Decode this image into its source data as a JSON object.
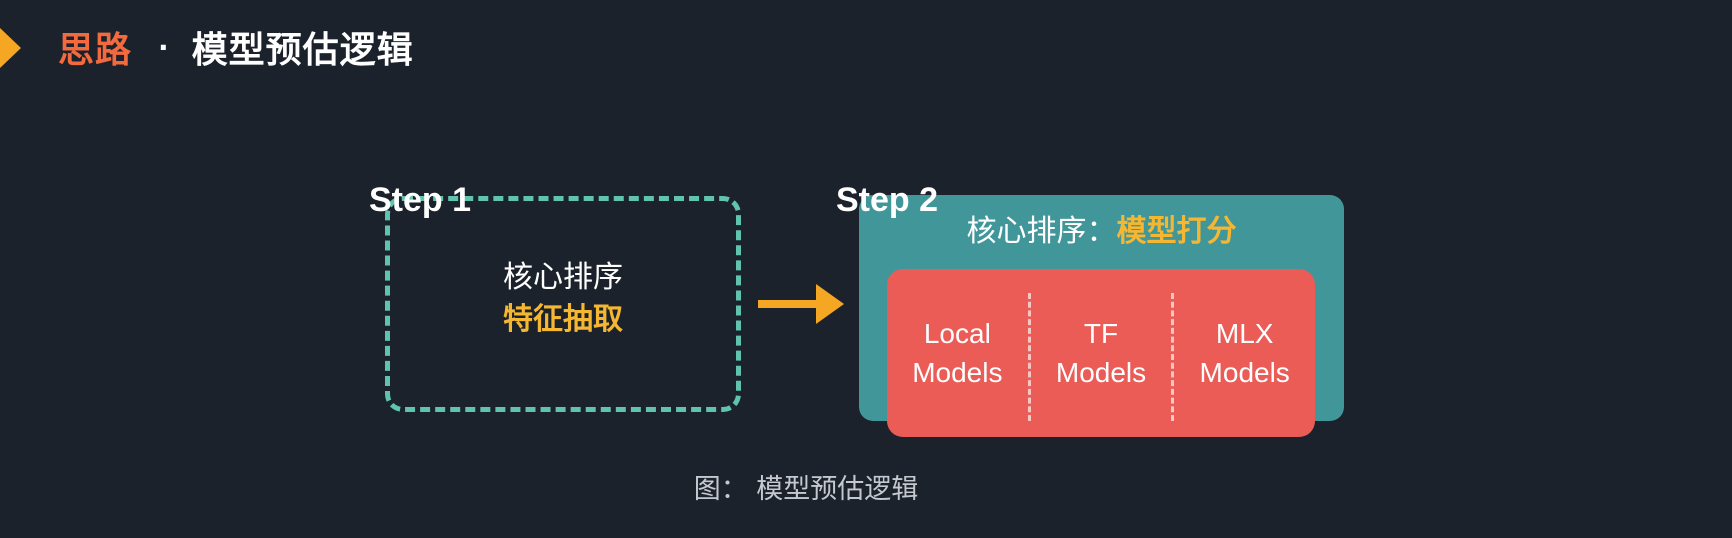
{
  "header": {
    "accent": "思路",
    "separator": "·",
    "title": "模型预估逻辑"
  },
  "step1": {
    "label": "Step 1",
    "line1": "核心排序",
    "line2": "特征抽取"
  },
  "step2": {
    "label": "Step 2",
    "title_prefix": "核心排序：",
    "title_accent": "模型打分",
    "models": [
      {
        "line1": "Local",
        "line2": "Models"
      },
      {
        "line1": "TF",
        "line2": "Models"
      },
      {
        "line1": "MLX",
        "line2": "Models"
      }
    ]
  },
  "caption": "图：  模型预估逻辑",
  "colors": {
    "background": "#1c222b",
    "accent_orange": "#f26a3d",
    "accent_yellow": "#f5b731",
    "arrow": "#f5a623",
    "dashed_border": "#5fc3ae",
    "teal_panel": "#41969a",
    "red_panel": "#eb5c57"
  }
}
